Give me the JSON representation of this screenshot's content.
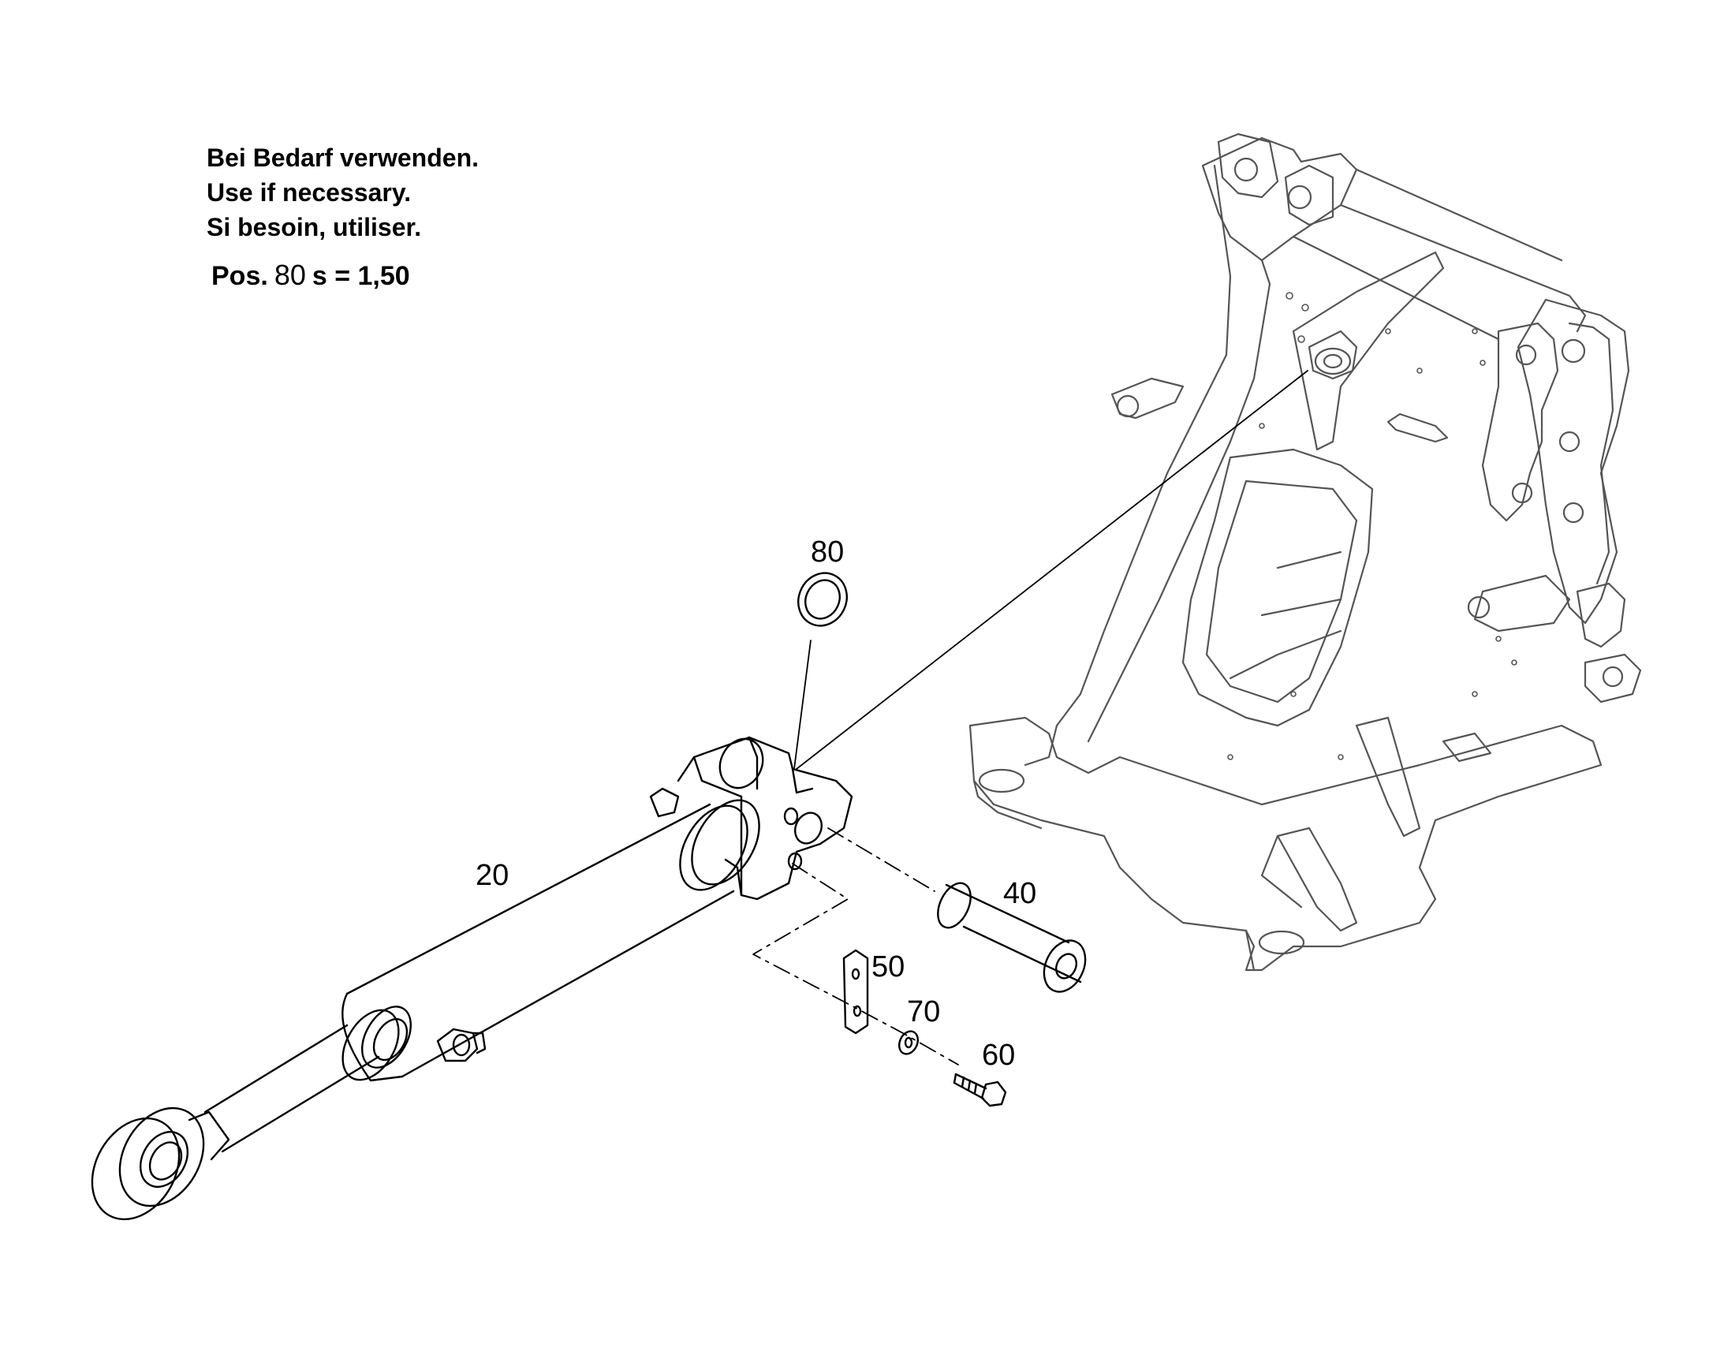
{
  "notes": {
    "line1": "Bei Bedarf verwenden.",
    "line2": "Use if necessary.",
    "line3": "Si besoin, utiliser."
  },
  "spec": {
    "prefix": "Pos.",
    "position": "80",
    "value": "s = 1,50"
  },
  "callouts": {
    "c20": "20",
    "c40": "40",
    "c50": "50",
    "c60": "60",
    "c70": "70",
    "c80": "80"
  }
}
